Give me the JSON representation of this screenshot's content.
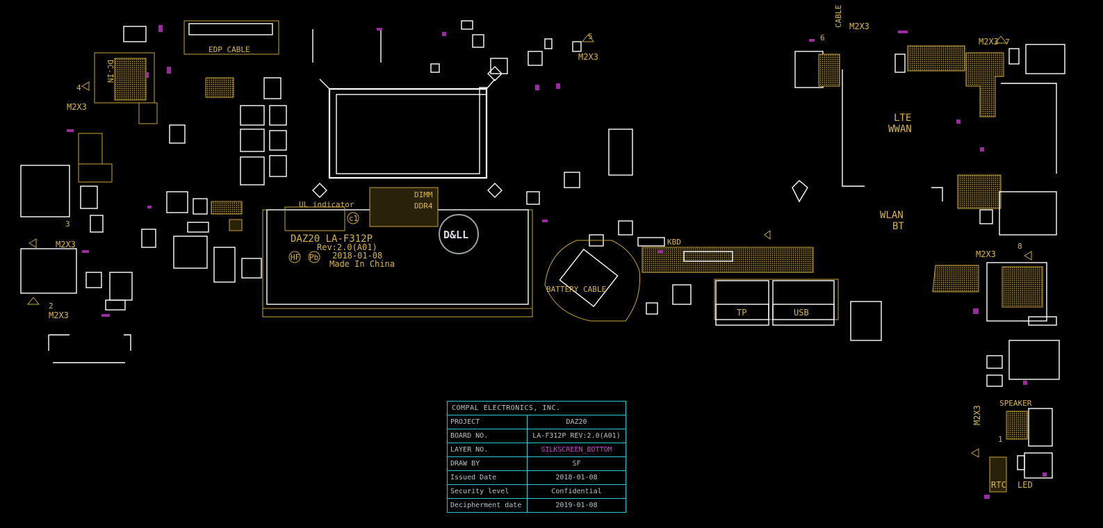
{
  "colors": {
    "background": "#000000",
    "outline": "#ffffff",
    "silkscreen": "#d9b54a",
    "marker": "#9b2ca0",
    "title_block_border": "#22c7cf",
    "layer_highlight": "#e33ae6"
  },
  "labels": {
    "edp_cable": "EDP CABLE",
    "dc_in": "DC-IN",
    "m2x3_left_top": "M2X3",
    "num_4": "4",
    "num_3": "3",
    "m2x3_left_mid": "M2X3",
    "num_2": "2",
    "m2x3_left_bottom": "M2X3",
    "num_5": "5",
    "m2x3_top_center": "M2X3",
    "dimm": "DIMM",
    "ddr4": "DDR4",
    "board_code": "DAZ20 LA-F312P",
    "board_rev": "Rev:2.0(A01)",
    "board_date": "2018-01-08",
    "made_in": "Made In China",
    "pb_free": "Pb",
    "hf": "HF",
    "ce_mark": "c1",
    "ul_indicator": "UL indicator",
    "dell_logo": "D&LL",
    "battery_cable": "BATTERY CABLE",
    "kbd": "KBD",
    "tp": "TP",
    "usb": "USB",
    "m2x3_right_top": "M2X3",
    "num_6": "6",
    "cable": "CABLE",
    "m2x3_right_top2": "M2X3",
    "num_7": "7",
    "lte": "LTE",
    "wwan": "WWAN",
    "wlan": "WLAN",
    "bt": "BT",
    "num_8": "8",
    "m2x3_right_mid": "M2X3",
    "speaker": "SPEAKER",
    "m2x3_right_bottom": "M2X3",
    "num_1": "1",
    "rtc": "RTC",
    "led": "LED"
  },
  "title_block": {
    "company": "COMPAL ELECTRONICS, INC.",
    "rows": [
      {
        "key": "PROJECT",
        "value": "DAZ20"
      },
      {
        "key": "BOARD NO.",
        "value": "LA-F312P REV:2.0(A01)"
      },
      {
        "key": "LAYER NO.",
        "value": "SILKSCREEN_BOTTOM"
      },
      {
        "key": "DRAW BY",
        "value": "SF"
      },
      {
        "key": "Issued Date",
        "value": "2018-01-08"
      },
      {
        "key": "Security level",
        "value": "Confidential"
      },
      {
        "key": "Decipherment date",
        "value": "2019-01-08"
      }
    ]
  }
}
